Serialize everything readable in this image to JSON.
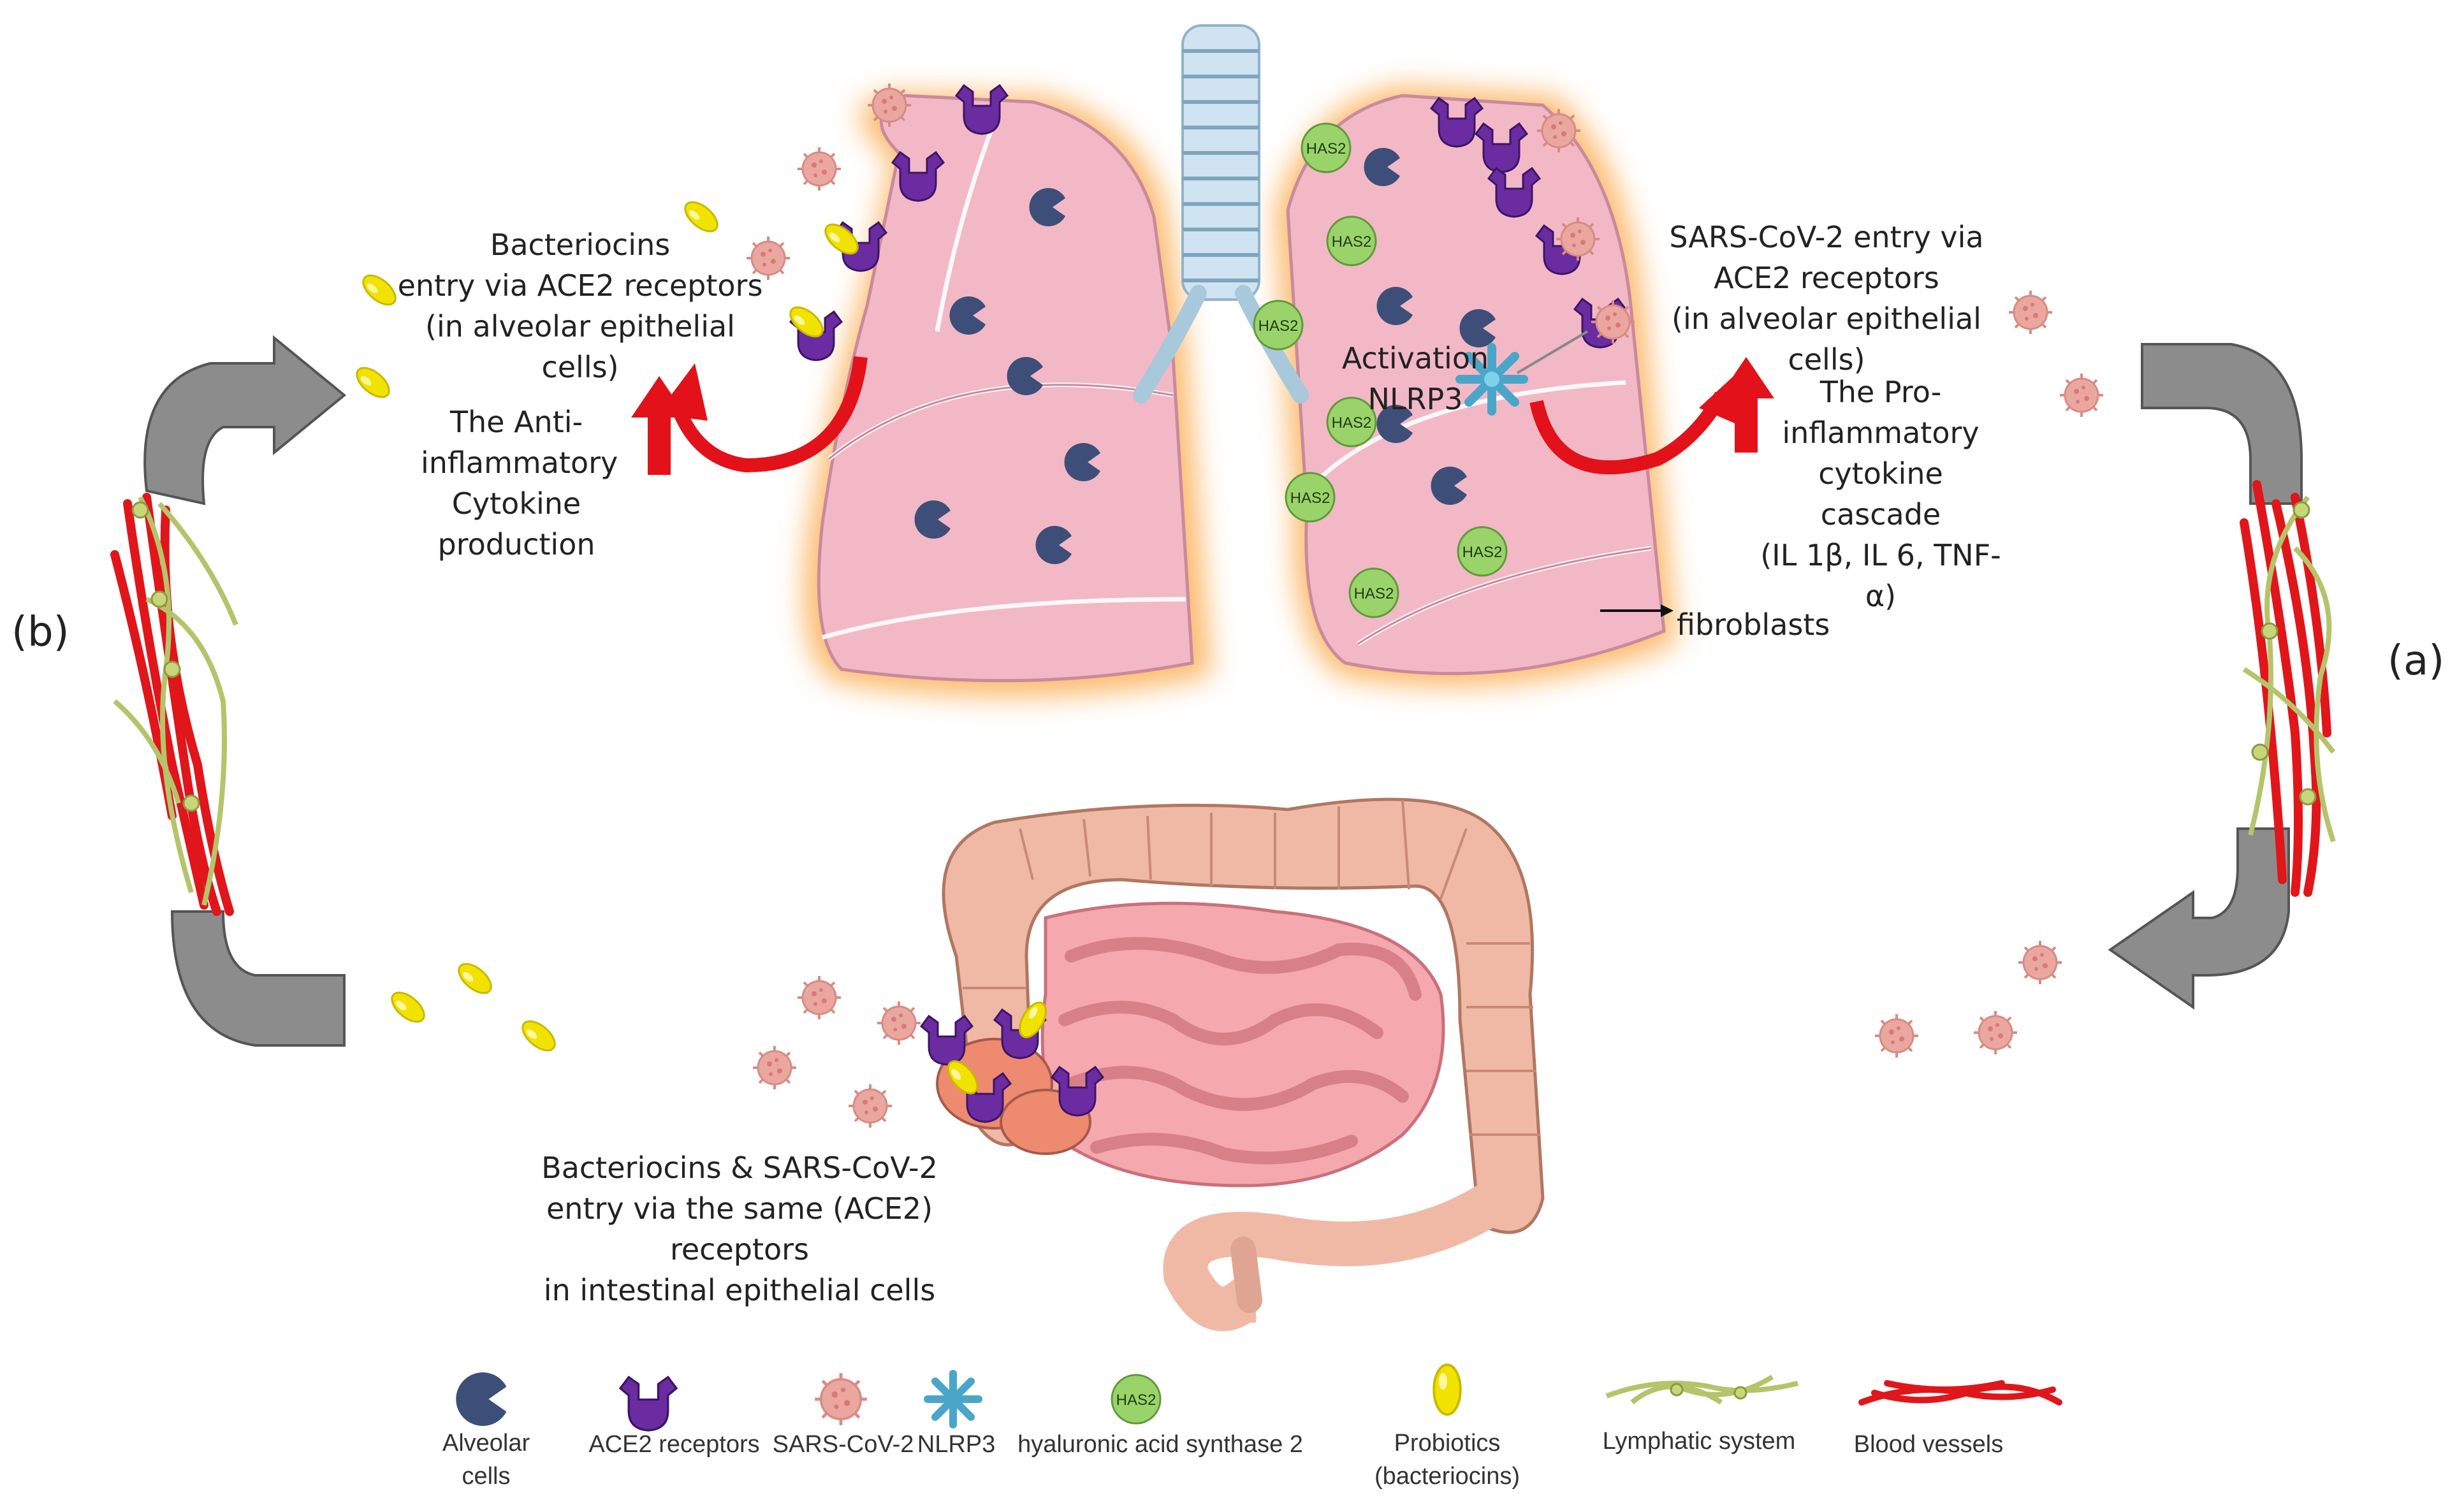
{
  "labels": {
    "panel_b": "(b)",
    "panel_a": "(a)",
    "bacteriocins_entry": "Bacteriocins\nentry via ACE2 receptors\n(in alveolar epithelial\ncells)",
    "anti_inflammatory": "The Anti-\ninflammatory\nCytokine\nproduction",
    "activation": "Activation\nNLRP3",
    "sars_entry": "SARS-CoV-2 entry via\nACE2 receptors\n(in alveolar epithelial\ncells)",
    "pro_inflammatory": "The Pro-\ninflammatory\ncytokine\ncascade\n(IL 1β, IL 6, TNF-\nα)",
    "fibroblasts": "fibroblasts",
    "intestinal": "Bacteriocins & SARS-CoV-2\nentry via the same (ACE2)\nreceptors\nin intestinal epithelial cells",
    "has2_badge": "HAS2"
  },
  "legend": [
    {
      "icon": "alveolar-cell-icon",
      "label": "Alveolar cells"
    },
    {
      "icon": "ace2-receptor-icon",
      "label": "ACE2 receptors"
    },
    {
      "icon": "sars-cov-2-icon",
      "label": "SARS-CoV-2"
    },
    {
      "icon": "nlrp3-icon",
      "label": "NLRP3"
    },
    {
      "icon": "has2-icon",
      "label": "hyaluronic acid synthase 2",
      "badge": "HAS2"
    },
    {
      "icon": "probiotic-icon",
      "label": "Probiotics\n(bacteriocins)"
    },
    {
      "icon": "lymphatic-icon",
      "label": "Lymphatic system"
    },
    {
      "icon": "blood-vessel-icon",
      "label": "Blood vessels"
    }
  ],
  "colors": {
    "lung": "#f2b8c6",
    "lung_outline": "#c98a9c",
    "glow": "#f9a23b",
    "alveolar_cell": "#3d4f78",
    "ace2": "#6a2ca0",
    "virus": "#e9a7a0",
    "nlrp3": "#4aa6c9",
    "has2": "#9bd36b",
    "probiotic": "#f2e200",
    "lymph": "#b5c46a",
    "blood": "#e0161b",
    "arrow_red": "#e3111a",
    "arrow_grey": "#8c8c8c"
  }
}
